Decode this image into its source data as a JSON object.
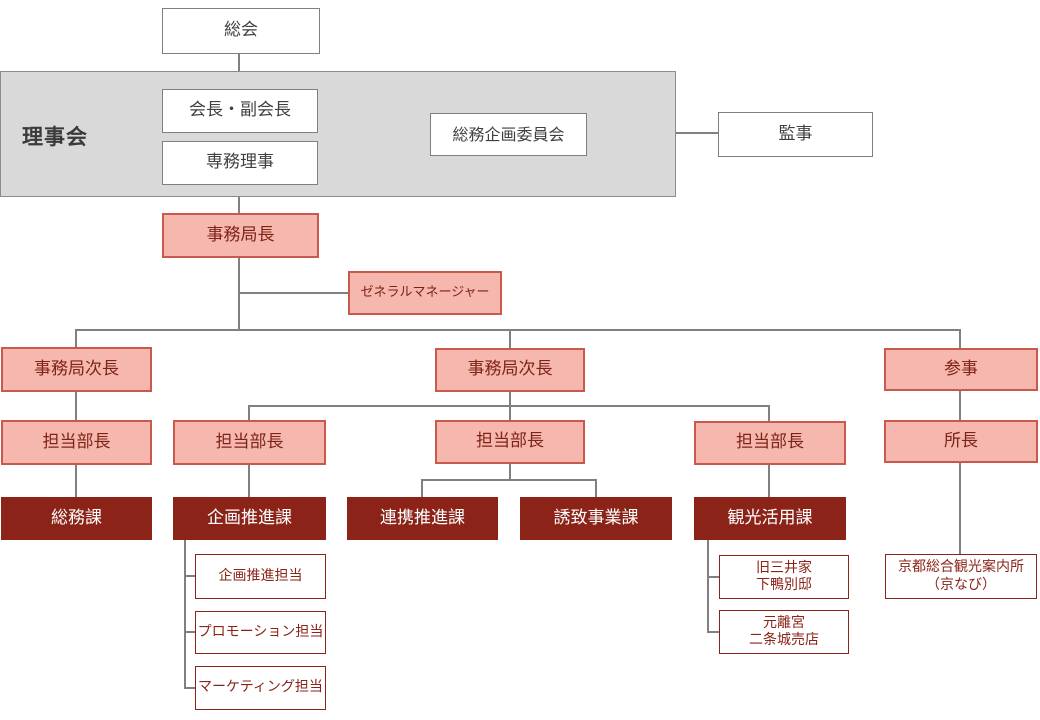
{
  "org": {
    "general_assembly": "総会",
    "board": {
      "label": "理事会",
      "chair": "会長・副会長",
      "executive_director": "専務理事",
      "general_affairs_planning_committee": "総務企画委員会"
    },
    "auditor": "監事",
    "secretary_general": "事務局長",
    "general_manager": "ゼネラルマネージャー",
    "deputy_secretary_general": "事務局次長",
    "councilor": "参事",
    "department_director": "担当部長",
    "office_director": "所長",
    "sections": {
      "general_affairs": "総務課",
      "planning_promotion": "企画推進課",
      "cooperation_promotion": "連携推進課",
      "attraction_business": "誘致事業課",
      "tourism_utilization": "観光活用課"
    },
    "planning_teams": {
      "planning": "企画推進担当",
      "promotion": "プロモーション担当",
      "marketing": "マーケティング担当"
    },
    "facilities": {
      "mitsui_line1": "旧三井家",
      "mitsui_line2": "下鴨別邸",
      "nijo_line1": "元離宮",
      "nijo_line2": "二条城売店",
      "kyonavi_line1": "京都総合観光案内所",
      "kyonavi_line2": "（京なび）"
    }
  },
  "colors": {
    "pink_fill": "#F6B8AE",
    "pink_border": "#C8594B",
    "dark_red_fill": "#8B2318",
    "maroon_text": "#7E2317",
    "panel_fill": "#D9D9D9",
    "white_box_border": "#7F7F7F",
    "connector_gray": "#808080",
    "text_dark": "#404040"
  }
}
